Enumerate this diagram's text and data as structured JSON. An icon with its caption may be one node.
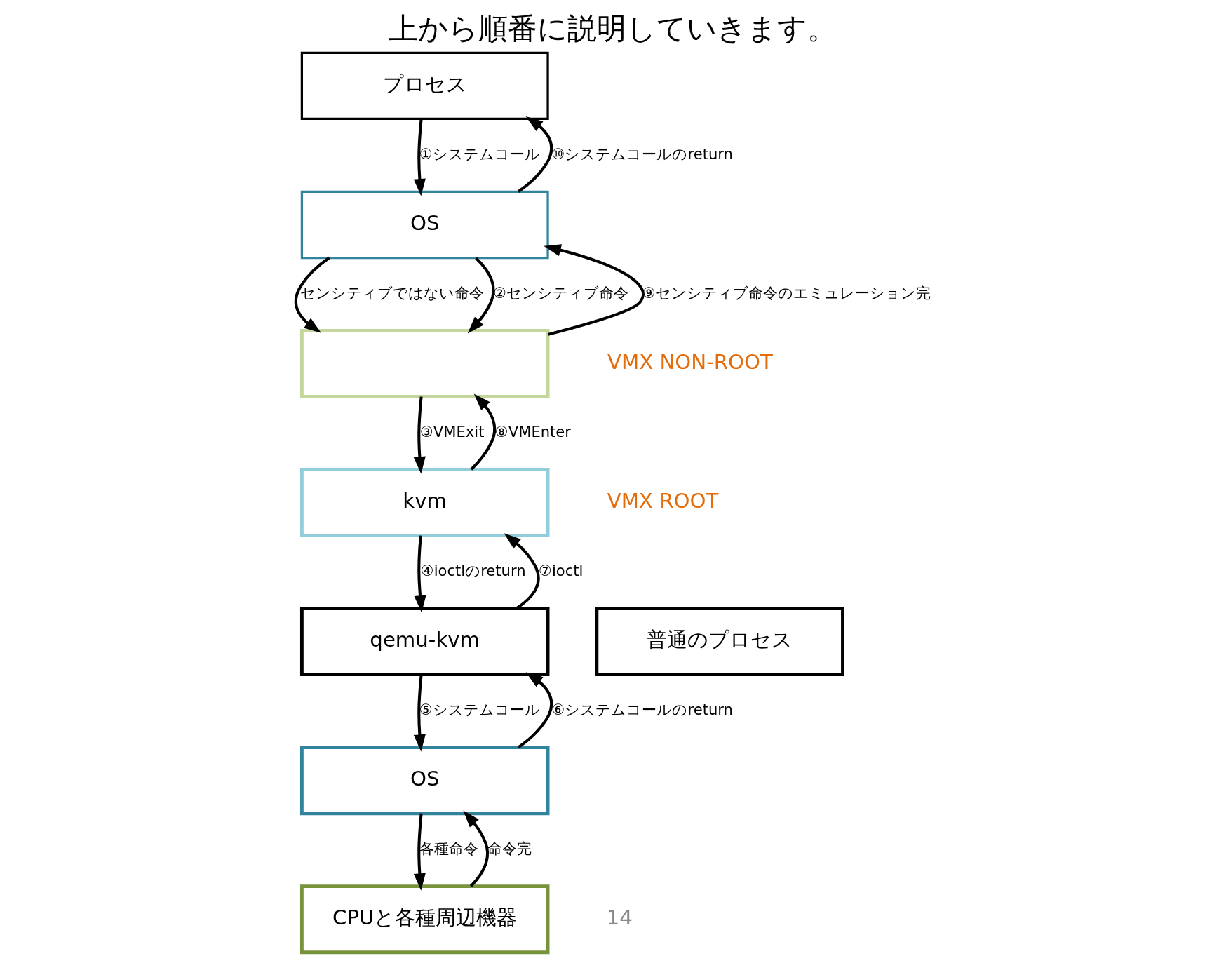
{
  "diagram": {
    "title": "上から順番に説明していきます。",
    "nodes": [
      {
        "text": [
          "プロセス"
        ]
      },
      {
        "text": [
          "OS"
        ]
      },
      {
        "text": [],
        "shape": "box"
      },
      {
        "text": [
          "kvm"
        ]
      },
      {
        "text": [
          "qemu-kvm"
        ]
      },
      {
        "text": [
          "普通のプロセス"
        ]
      },
      {
        "text": [
          "OS"
        ]
      },
      {
        "text": [
          "CPUと各種周辺機器"
        ]
      }
    ],
    "edges": [
      {
        "from": 0,
        "to": 1,
        "arrow": "to",
        "label": "①システムコール"
      },
      {
        "from": 1,
        "to": 0,
        "arrow": "to",
        "label": "⑩システムコールのreturn"
      },
      {
        "from": 1,
        "to": 2,
        "arrow": "to",
        "label": "センシティブではない命令"
      },
      {
        "from": 1,
        "to": 2,
        "arrow": "to",
        "label": "②センシティブ命令"
      },
      {
        "from": 2,
        "to": 1,
        "arrow": "to",
        "label": "⑨センシティブ命令のエミュレーション完"
      },
      {
        "from": 2,
        "to": 3,
        "arrow": "to",
        "label": "③VMExit"
      },
      {
        "from": 3,
        "to": 2,
        "arrow": "to",
        "label": "⑧VMEnter"
      },
      {
        "from": 3,
        "to": 4,
        "arrow": "to",
        "label": "④ioctlのreturn"
      },
      {
        "from": 4,
        "to": 3,
        "arrow": "to",
        "label": "⑦ioctl"
      },
      {
        "from": 4,
        "to": 6,
        "arrow": "to",
        "label": "⑤システムコール"
      },
      {
        "from": 6,
        "to": 4,
        "arrow": "to",
        "label": "⑥システムコールのreturn"
      },
      {
        "from": 6,
        "to": 7,
        "arrow": "to",
        "label": "各種命令"
      },
      {
        "from": 7,
        "to": 6,
        "arrow": "to",
        "label": "命令完"
      }
    ],
    "labels": [
      "VMX NON-ROOT",
      "VMX ROOT",
      "14"
    ]
  }
}
